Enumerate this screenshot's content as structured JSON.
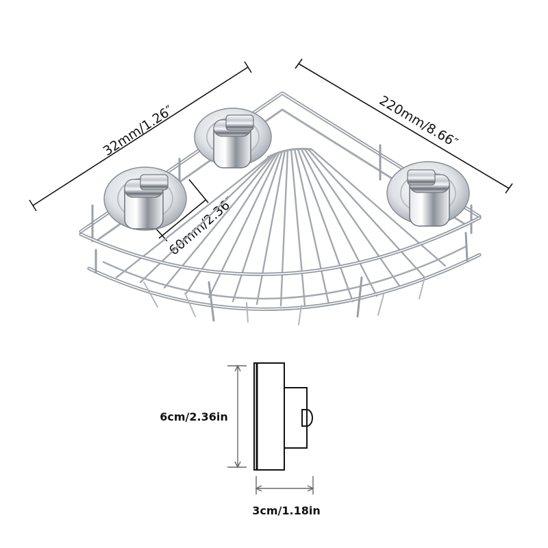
{
  "product": {
    "dimensions": {
      "side_length": "32mm/1.26″",
      "edge_length": "220mm/8.66″",
      "cup_spacing": "60mm/2.36″"
    },
    "side_view": {
      "height": "6cm/2.36in",
      "depth": "3cm/1.18in"
    }
  },
  "colors": {
    "line": "#111111",
    "chrome_light": "#f4f4f6",
    "chrome_mid": "#c9ccd2",
    "chrome_dark": "#5f636b",
    "wire": "#9a9ea5"
  }
}
